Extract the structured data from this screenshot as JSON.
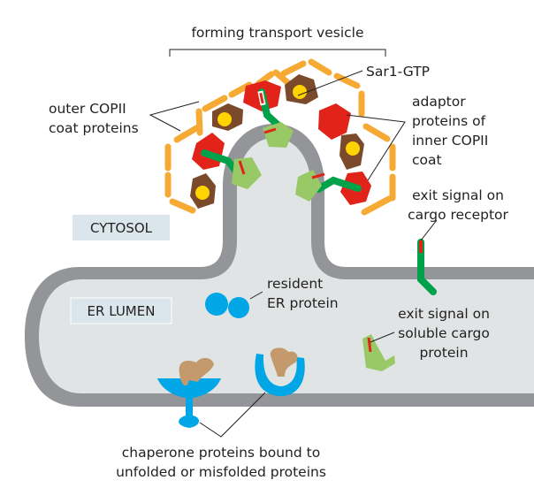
{
  "title": "forming transport vesicle",
  "regions": {
    "cytosol": "CYTOSOL",
    "lumen": "ER LUMEN"
  },
  "labels": {
    "outer_coat": [
      "outer COPII",
      "coat proteins"
    ],
    "sar1": "Sar1-GTP",
    "adaptor": [
      "adaptor",
      "proteins of",
      "inner COPII",
      "coat"
    ],
    "exit_receptor": [
      "exit signal on",
      "cargo receptor"
    ],
    "resident": [
      "resident",
      "ER protein"
    ],
    "exit_soluble": [
      "exit signal on",
      "soluble cargo",
      "protein"
    ],
    "chaperone": [
      "chaperone proteins bound to",
      "unfolded or misfolded proteins"
    ]
  },
  "colors": {
    "membrane": "#939598",
    "lumen": "#e1e4e5",
    "label_box": "#dbe5ec",
    "outer_coat": "#f6a933",
    "adaptor": "#e2231a",
    "sar1_body": "#7b4a2b",
    "sar1_gtp": "#ffd400",
    "receptor": "#00a14b",
    "cargo": "#99c866",
    "exit_signal": "#e2231a",
    "resident_protein": "#00a6e6",
    "misfolded_protein": "#c49a6c"
  }
}
